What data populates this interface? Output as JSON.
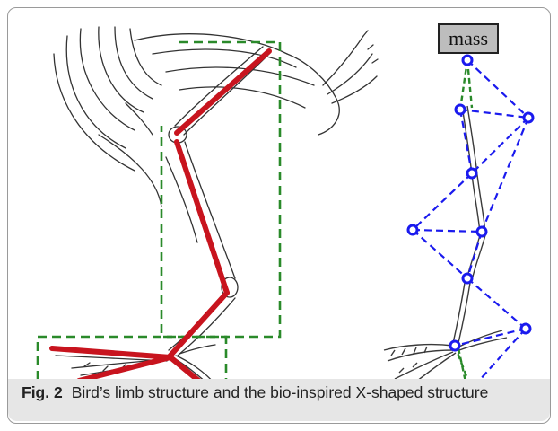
{
  "figure": {
    "mass_label": "mass",
    "caption": {
      "label": "Fig. 2",
      "text": "Bird’s limb structure and the bio-inspired X-shaped structure"
    }
  },
  "colors": {
    "limb_red": "#c8141e",
    "box_green": "#2a8a2a",
    "x_blue": "#1a1aee",
    "joint_blue": "#1a1aee",
    "bone_gray": "#3a3a3a"
  }
}
